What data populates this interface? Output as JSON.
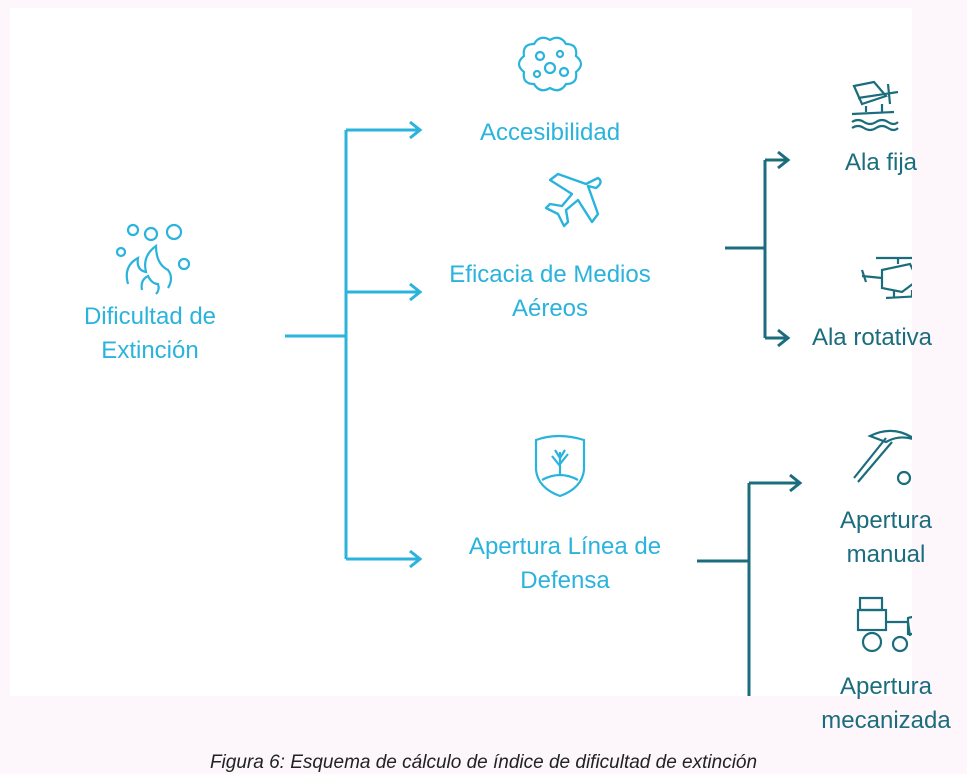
{
  "diagram": {
    "root": {
      "line1": "Dificultad de",
      "line2": "Extinción"
    },
    "factors": [
      {
        "line1": "Accesibilidad",
        "line2": ""
      },
      {
        "line1": "Eficacia de Medios",
        "line2": "Aéreos"
      },
      {
        "line1": "Apertura Línea de",
        "line2": "Defensa"
      }
    ],
    "aerial_means": [
      {
        "line1": "Ala fija",
        "line2": ""
      },
      {
        "line1": "Ala rotativa",
        "line2": ""
      }
    ],
    "defense_line": [
      {
        "line1": "Apertura",
        "line2": "manual"
      },
      {
        "line1": "Apertura",
        "line2": "mecanizada"
      }
    ],
    "icons": [
      "fire-icon",
      "virus-icon",
      "airplane-icon",
      "plant-shield-icon",
      "seaplane-icon",
      "helicopter-icon",
      "pickaxe-icon",
      "tractor-icon"
    ],
    "colors": {
      "primary": "#2ab3dd",
      "secondary": "#1b6d7d",
      "background": "#fdf6fa"
    }
  },
  "caption": "Figura 6: Esquema de cálculo de índice de dificultad de extinción"
}
